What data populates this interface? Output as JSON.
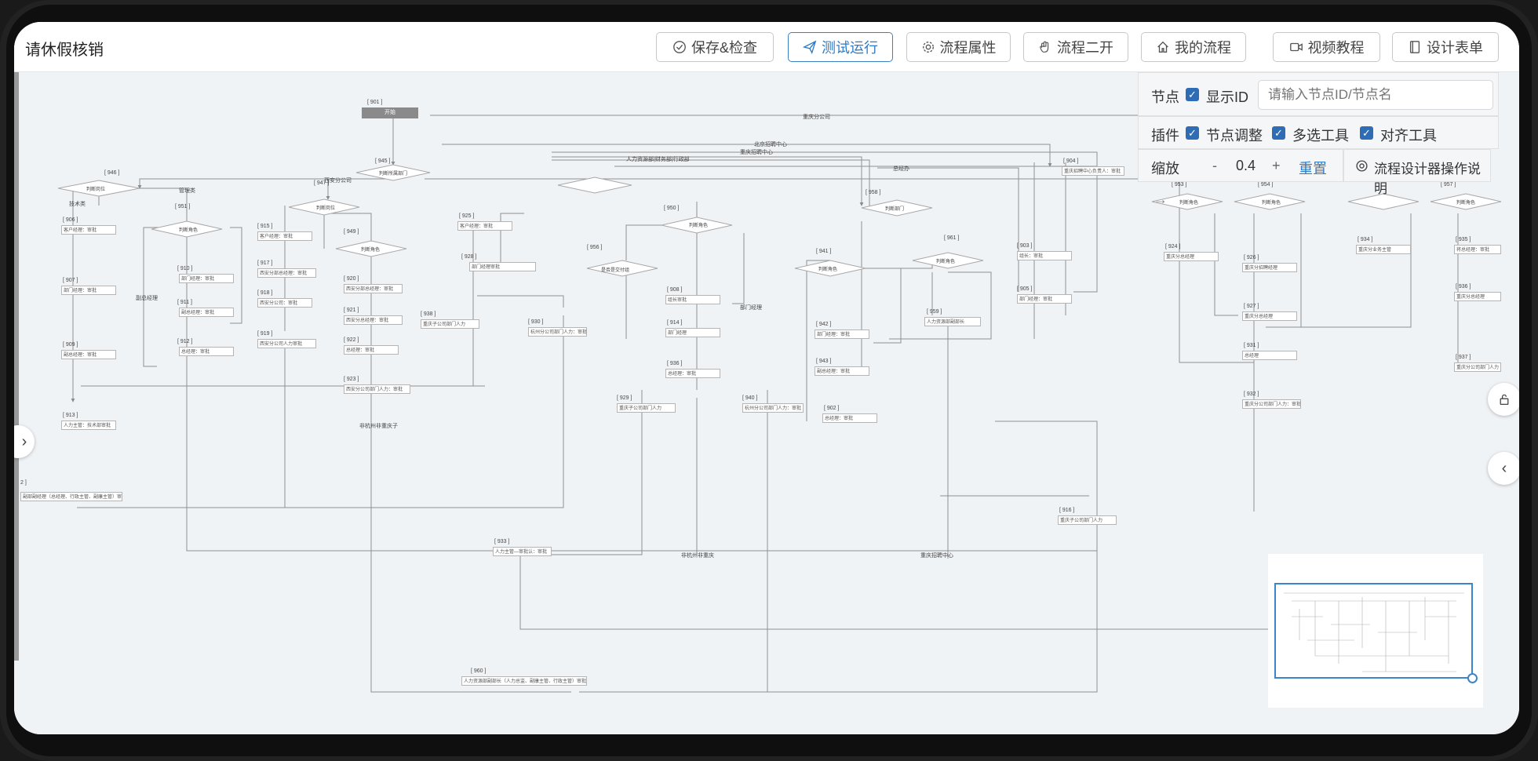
{
  "app": {
    "title": "请休假核销"
  },
  "toolbar": {
    "save_check": "保存&检查",
    "test_run": "测试运行",
    "flow_props": "流程属性",
    "flow_fork": "流程二开",
    "my_flows": "我的流程",
    "video_tutorial": "视频教程",
    "design_form": "设计表单"
  },
  "panel": {
    "node_label": "节点",
    "show_id_label": "显示ID",
    "search_placeholder": "请输入节点ID/节点名",
    "plugin_label": "插件",
    "node_adjust_label": "节点调整",
    "multi_select_label": "多选工具",
    "align_label": "对齐工具",
    "zoom_label": "缩放",
    "zoom_minus": "-",
    "zoom_value": "0.4",
    "zoom_plus": "+",
    "reset_label": "重置",
    "help_label": "流程设计器操作说明"
  },
  "diagram": {
    "start_id": "[ 901 ]",
    "start_label": "开始",
    "edge_labels": {
      "chongqing_branch": "重庆分公司",
      "beijing_recruit": "北京招聘中心",
      "chongqing_recruit": "重庆招聘中心",
      "hr_finance_admin": "人力资源部|财务部|行政部",
      "general_office": "总经办",
      "tech": "技术类",
      "mgmt": "管理类",
      "xian_branch": "西安分公司",
      "hz_non_cq": "非杭州非重庆子",
      "hz_non_cq2": "非杭州非重庆",
      "cq_recruit_center": "重庆招聘中心",
      "dept_manager": "部门经理",
      "deputy_gm": "副总经理"
    },
    "nodes": {
      "n945_id": "[ 945 ]",
      "n945": "判断所属部门",
      "n946_id": "[ 946 ]",
      "n946": "判断岗位",
      "n906_id": "[ 906 ]",
      "n906": "客户经理：审批",
      "n907_id": "[ 907 ]",
      "n907": "部门经理：审批",
      "n909_id": "[ 909 ]",
      "n909": "副总经理：审批",
      "n913_id": "[ 913 ]",
      "n913": "人力主管：技术部审批",
      "n951_id": "[ 951 ]",
      "n951": "判断角色",
      "n910_id": "[ 910 ]",
      "n910": "部门经理：审批",
      "n911_id": "[ 911 ]",
      "n911": "副总经理：审批",
      "n912_id": "[ 912 ]",
      "n912": "总经理：审批",
      "n947_id": "[ 947 ]",
      "n947": "判断岗位",
      "n915_id": "[ 915 ]",
      "n915": "客户经理：审批",
      "n917_id": "[ 917 ]",
      "n917": "西安分部总经理：审批",
      "n918_id": "[ 918 ]",
      "n918": "西安分公司：审批",
      "n919_id": "[ 919 ]",
      "n919": "西安分公司人力审批",
      "n949_id": "[ 949 ]",
      "n949": "判断角色",
      "n920_id": "[ 920 ]",
      "n920": "西安分部总经理：审批",
      "n921_id": "[ 921 ]",
      "n921": "西安分总经理：审批",
      "n922_id": "[ 922 ]",
      "n922": "总经理：审批",
      "n923_id": "[ 923 ]",
      "n923": "西安分公司部门人力：审批",
      "n925_id": "[ 925 ]",
      "n925": "客户经理：审批",
      "n928_id": "[ 928 ]",
      "n928": "部门经理审批",
      "n938_id": "[ 938 ]",
      "n938": "重庆子公司部门人力",
      "n930_id": "[ 930 ]",
      "n930": "杭州分公司部门人力：审批",
      "n950_id": "[ 950 ]",
      "n950": "判断角色",
      "n956_id": "[ 956 ]",
      "n956": "是否是交付组",
      "n908_id": "[ 908 ]",
      "n908": "组长审批",
      "n914_id": "[ 914 ]",
      "n914": "部门经理",
      "n936_id": "[ 936 ]",
      "n936": "总经理：审批",
      "n929_id": "[ 929 ]",
      "n929": "重庆子公司部门人力",
      "n940_id": "[ 940 ]",
      "n940": "杭州分公司部门人力：审批",
      "n958_id": "[ 958 ]",
      "n958": "判断部门",
      "n961_id": "[ 961 ]",
      "n961": "判断角色",
      "n941_id": "[ 941 ]",
      "n941": "判断角色",
      "n942_id": "[ 942 ]",
      "n942": "部门经理：审批",
      "n943_id": "[ 943 ]",
      "n943": "副总经理：审批",
      "n902_id": "[ 902 ]",
      "n902": "总经理：审批",
      "n959_id": "[ 959 ]",
      "n959": "人力资源部副部长",
      "n903_id": "[ 903 ]",
      "n903": "组长：审批",
      "n905_id": "[ 905 ]",
      "n905": "部门经理：审批",
      "n904_id": "[ 904 ]",
      "n904": "重庆招聘中心负责人：审批",
      "n916_id": "[ 916 ]",
      "n916": "重庆子公司部门人力",
      "n933_id": "[ 933 ]",
      "n933": "人力主管—审批认：审批",
      "n960_id": "[ 960 ]",
      "n960": "人力资源部副部长（人力总监、副康主管、行政主管）审批",
      "n953_id": "[ 953 ]",
      "n953": "判断角色",
      "n924_id": "[ 924 ]",
      "n924": "重庆分总经理",
      "n954_id": "[ 954 ]",
      "n954": "判断角色",
      "n926_id": "[ 926 ]",
      "n926": "重庆分招聘经理",
      "n927_id": "[ 927 ]",
      "n927": "重庆分总经理",
      "n931_id": "[ 931 ]",
      "n931": "总经理",
      "n932_id": "[ 932 ]",
      "n932": "重庆分公司部门人力：审批",
      "n934_id": "[ 934 ]",
      "n934": "重庆分业务主管",
      "n957_id": "[ 957 ]",
      "n957": "判断角色",
      "n935_id": "[ 935 ]",
      "n935": "将总经理：审批",
      "n936b_id": "[ 936 ]",
      "n936b": "重庆分总经理",
      "n937_id": "[ 937 ]",
      "n937": "重庆分公司部门人力",
      "n2_id": "2 ]",
      "n2": "副部副经理（总经理、行政主管、副康主管）审批"
    }
  }
}
